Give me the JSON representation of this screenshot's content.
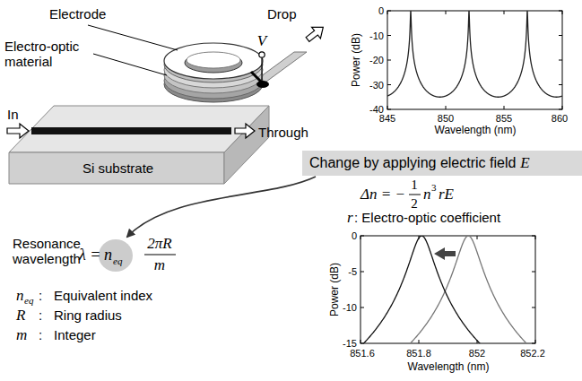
{
  "diagram": {
    "nodes": [
      {
        "text": [
          "Change by applying electric field",
          "E"
        ]
      }
    ],
    "labels": [
      "Electrode",
      "Electro-optic material",
      "V",
      "Drop",
      "In",
      "Through",
      "Si substrate",
      "0",
      "-10",
      "-20",
      "-30",
      "-40",
      "845",
      "850",
      "855",
      "860",
      "Power (dB)",
      "Wavelength (nm)",
      "Δn = −",
      "1",
      "2",
      "n",
      "3",
      "rE",
      "r",
      ": Electro-optic coefficient",
      "0",
      "-5",
      "-10",
      "-15",
      "851.6",
      "851.8",
      "852",
      "852.2",
      "Power (dB)",
      "Wavelength (nm)",
      "Resonance wavelength",
      "λ =",
      "n",
      "eq",
      "2πR",
      "m",
      "n",
      "eq",
      ":",
      "Equivalent index",
      "R",
      ":",
      "Ring radius",
      "m",
      ":",
      "Integer"
    ]
  }
}
